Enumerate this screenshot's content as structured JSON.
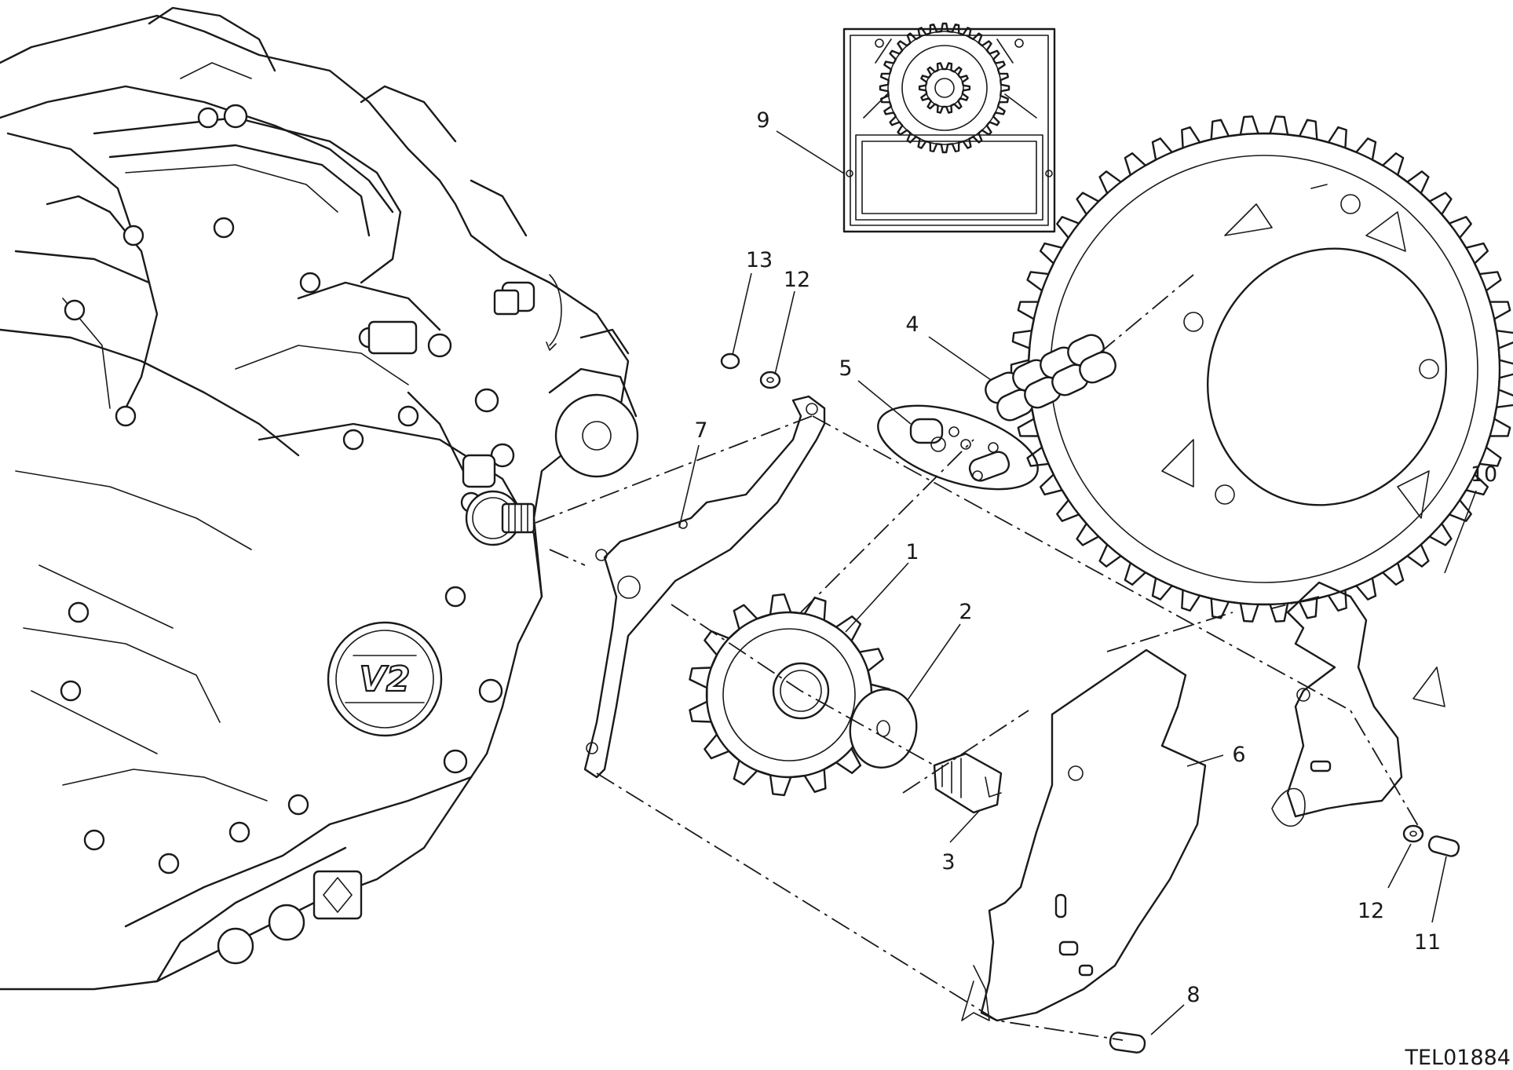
{
  "callouts": [
    {
      "id": "1",
      "label": "1"
    },
    {
      "id": "2",
      "label": "2"
    },
    {
      "id": "3",
      "label": "3"
    },
    {
      "id": "4",
      "label": "4"
    },
    {
      "id": "5",
      "label": "5"
    },
    {
      "id": "6",
      "label": "6"
    },
    {
      "id": "7",
      "label": "7"
    },
    {
      "id": "8",
      "label": "8"
    },
    {
      "id": "9",
      "label": "9"
    },
    {
      "id": "10",
      "label": "10"
    },
    {
      "id": "11",
      "label": "11"
    },
    {
      "id": "12a",
      "label": "12"
    },
    {
      "id": "12b",
      "label": "12"
    },
    {
      "id": "13",
      "label": "13"
    }
  ],
  "drawing_ref": "TEL01884",
  "engine_logo": "V2"
}
